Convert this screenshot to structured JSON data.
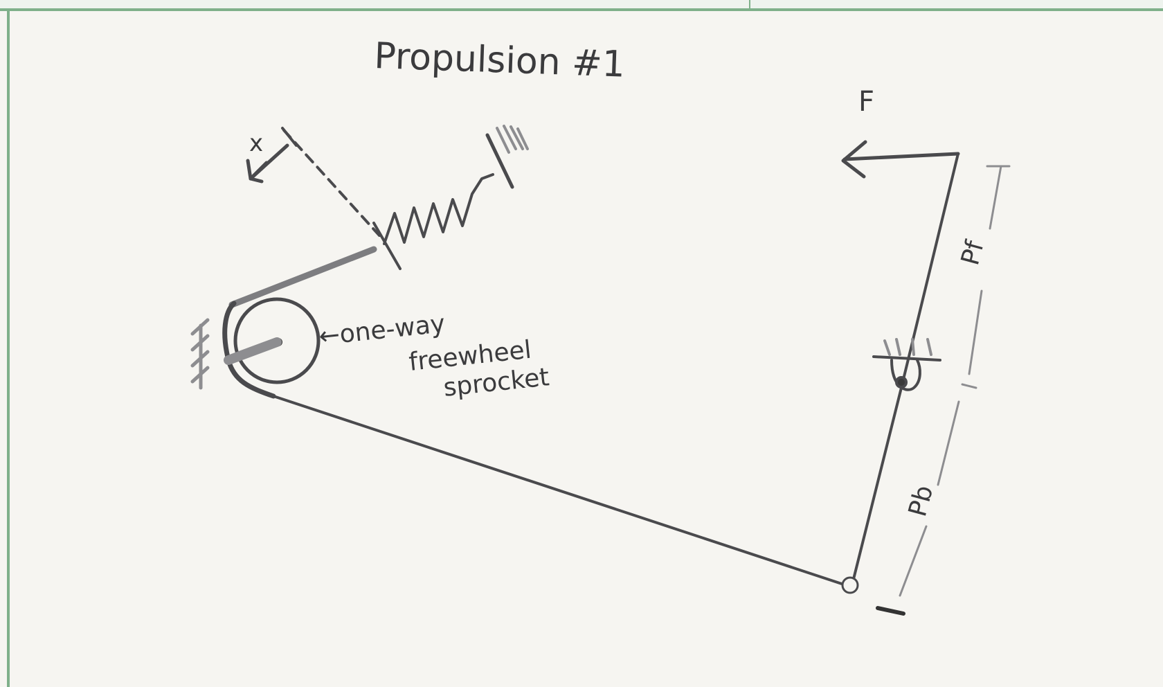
{
  "title": "Propulsion #1",
  "labels": {
    "annotation_line1": "←one-way",
    "annotation_line2": "freewheel",
    "annotation_line3": "sprocket",
    "force": "F",
    "x": "x",
    "pf": "Pf",
    "pb": "Pb"
  },
  "colors": {
    "paper": "#f6f5f1",
    "grid_border": "#7fb08a",
    "pencil": "#4a4a4d"
  }
}
